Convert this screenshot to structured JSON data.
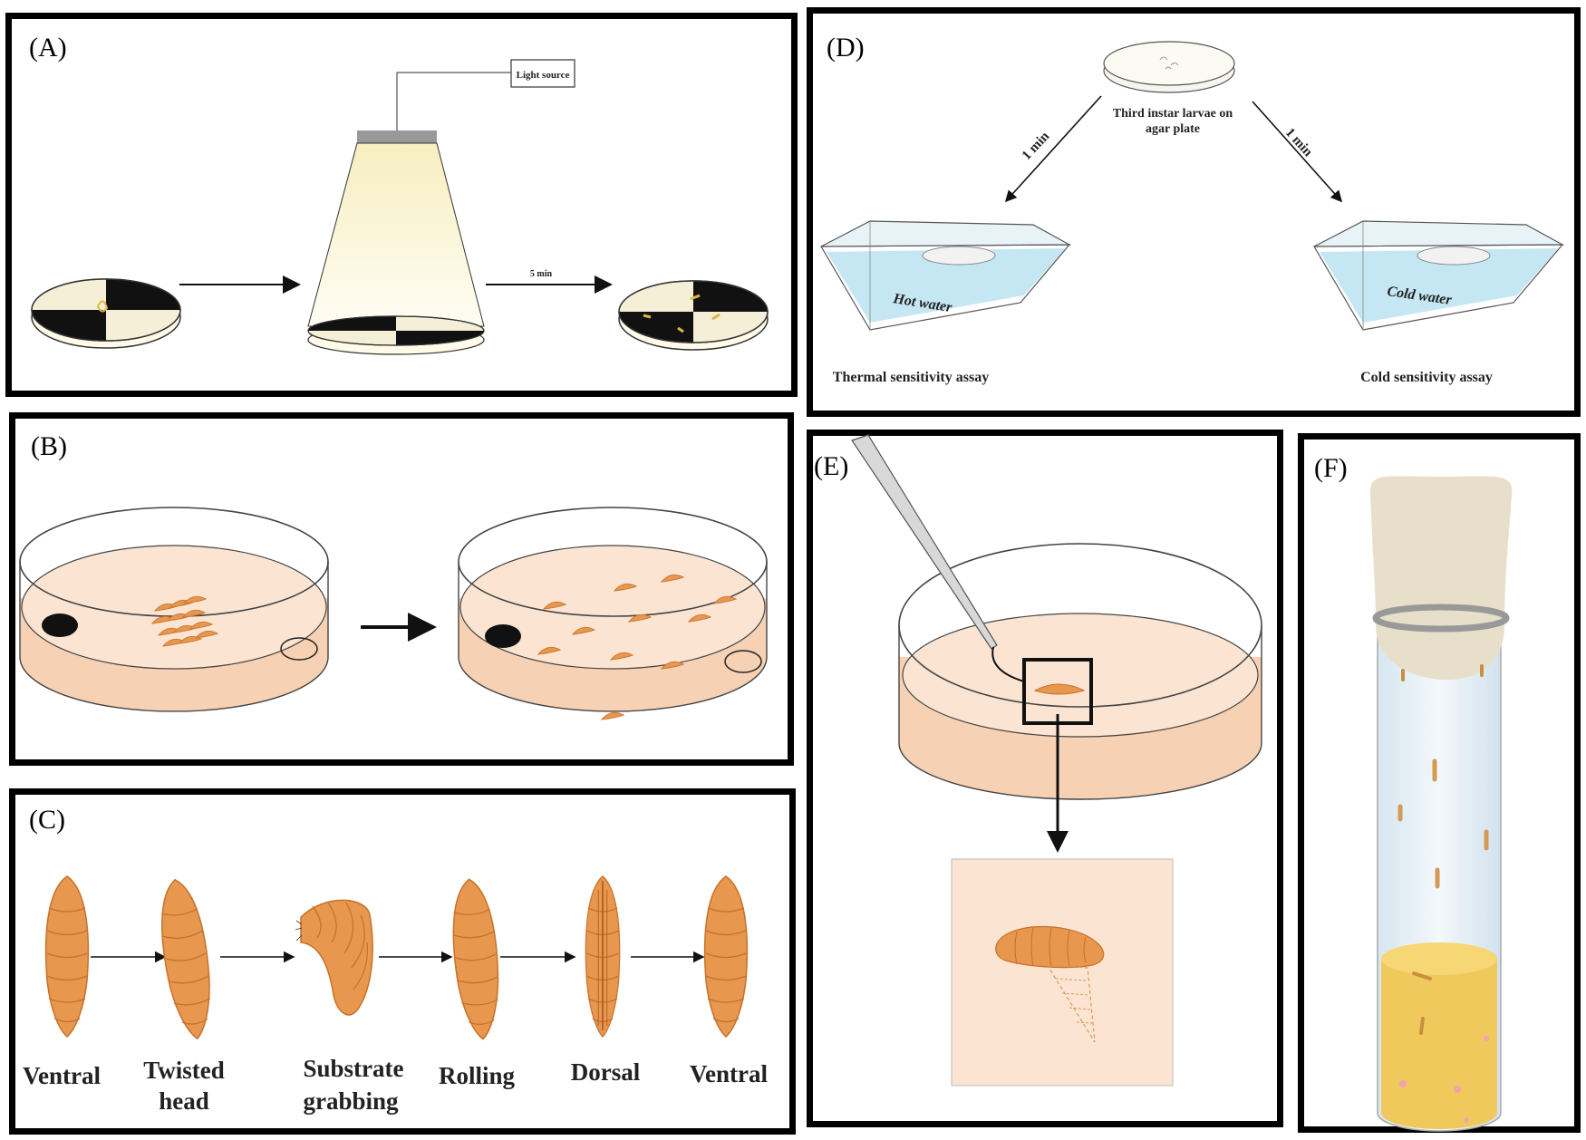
{
  "panels": {
    "a": {
      "label": "(A)",
      "light_source": "Light source",
      "time": "5 min"
    },
    "b": {
      "label": "(B)"
    },
    "c": {
      "label": "(C)",
      "stages": [
        {
          "line1": "Ventral",
          "line2": ""
        },
        {
          "line1": "Twisted",
          "line2": "head"
        },
        {
          "line1": "Substrate",
          "line2": "grabbing"
        },
        {
          "line1": "Rolling",
          "line2": ""
        },
        {
          "line1": "Dorsal",
          "line2": ""
        },
        {
          "line1": "Ventral",
          "line2": ""
        }
      ]
    },
    "d": {
      "label": "(D)",
      "plate_line1": "Third instar larvae on",
      "plate_line2": "agar plate",
      "time_left": "1 min",
      "time_right": "1 min",
      "hot_water": "Hot water",
      "cold_water": "Cold water",
      "thermal_assay": "Thermal sensitivity assay",
      "cold_assay": "Cold sensitivity assay"
    },
    "e": {
      "label": "(E)"
    },
    "f": {
      "label": "(F)"
    }
  },
  "colors": {
    "larva": "#e8974e",
    "larva_stroke": "#c7712a",
    "agar": "#fbe5d2",
    "agar_side": "#f7d1b3",
    "light_cone": "#fbf6d8",
    "water": "#bfe4f2",
    "food": "#f5c84f",
    "plug": "#e8dfcb"
  }
}
